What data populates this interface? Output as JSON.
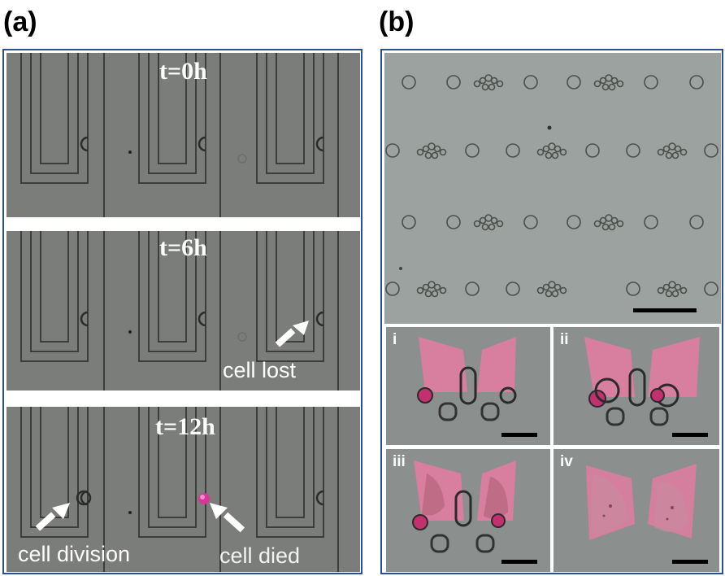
{
  "panel_a": {
    "label": "(a)",
    "frames": [
      {
        "time_label": "t=0h"
      },
      {
        "time_label": "t=6h",
        "annotation": "cell lost"
      },
      {
        "time_label": "t=12h",
        "annotations": [
          "cell division",
          "cell died"
        ]
      }
    ]
  },
  "panel_b": {
    "label": "(b)",
    "subpanels": [
      "i",
      "ii",
      "iii",
      "iv"
    ]
  },
  "colors": {
    "frame_border": "#2d4f8e",
    "micrograph_gray": "#7b7d7b",
    "pattern_pink": "#e07ca0",
    "dead_cell_magenta": "#d9359b"
  }
}
